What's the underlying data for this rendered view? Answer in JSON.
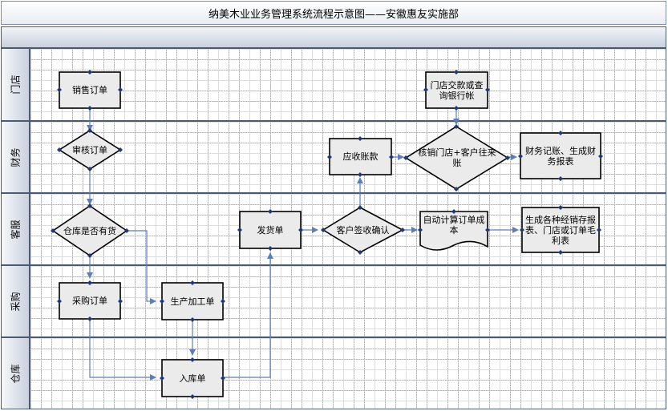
{
  "title": "纳美木业业务管理系统流程示意图——安徽惠友实施部",
  "lanes": [
    {
      "label": "门店"
    },
    {
      "label": "财务"
    },
    {
      "label": "客服"
    },
    {
      "label": "采购"
    },
    {
      "label": "仓库"
    }
  ],
  "nodes": {
    "sales_order": "销售订单",
    "store_payment": "门店交款或查询银行帐",
    "review_order": "审核订单",
    "receivable": "应收账款",
    "verify_accounts": "核销门店+客户往来账",
    "finance_report": "财务记账、生成财务报表",
    "stock_check": "仓库是否有货",
    "delivery_note": "发货单",
    "customer_sign": "客户签收确认",
    "auto_cost": "自动计算订单成本",
    "inventory_report": "生成各种经销存报表、门店或订单毛利表",
    "purchase_order": "采购订单",
    "production_order": "生产加工单",
    "warehouse_in": "入库单"
  },
  "colors": {
    "node_fill": "#ebebeb",
    "node_border": "#000000",
    "connector": "#5b7fb6",
    "handle": "#1f3a7a"
  }
}
